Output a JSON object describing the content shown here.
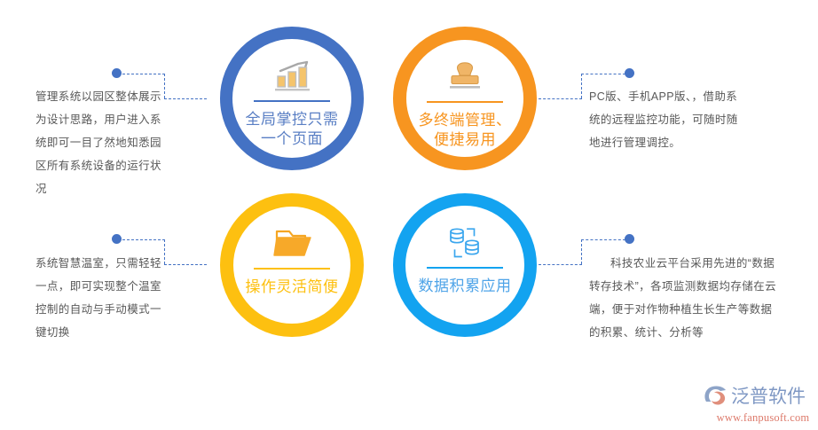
{
  "theme": {
    "background": "#ffffff",
    "body_text_color": "#585858",
    "connector_color": "#4472c4"
  },
  "cards": [
    {
      "id": "global",
      "icon": "bar-chart-growth-icon",
      "label": "全局掌控只需\n一个页面",
      "ring_color": "#4472c4",
      "label_color": "#5a7fc4"
    },
    {
      "id": "multi",
      "icon": "stamp-icon",
      "label": "多终端管理、\n便捷易用",
      "ring_color": "#f79520",
      "label_color": "#f79520"
    },
    {
      "id": "easy",
      "icon": "folder-icon",
      "label": "操作灵活简便",
      "ring_color": "#fdc010",
      "label_color": "#fdc010"
    },
    {
      "id": "data",
      "icon": "database-sync-icon",
      "label": "数据积累应用",
      "ring_color": "#13a3f0",
      "label_color": "#4fa4e8"
    }
  ],
  "descriptions": {
    "top_left": "管理系统以园区整体展示为设计思路，用户进入系统即可一目了然地知悉园区所有系统设备的运行状况",
    "bottom_left": "系统智慧温室，只需轻轻一点，即可实现整个温室控制的自动与手动模式一键切换",
    "top_right": "PC版、手机APP版、，借助系统的远程监控功能，可随时随地进行管理调控。",
    "bottom_right": "科技农业云平台采用先进的“数据转存技术”，各项监测数据均存储在云端，便于对作物种植生长生产等数据的积累、统计、分析等"
  },
  "logo": {
    "mark": "fanpu-leaf-logo-icon",
    "name": "泛普软件",
    "url": "www.fanpusoft.com",
    "name_color": "#7f98c4",
    "url_color": "#dd7a6b"
  }
}
